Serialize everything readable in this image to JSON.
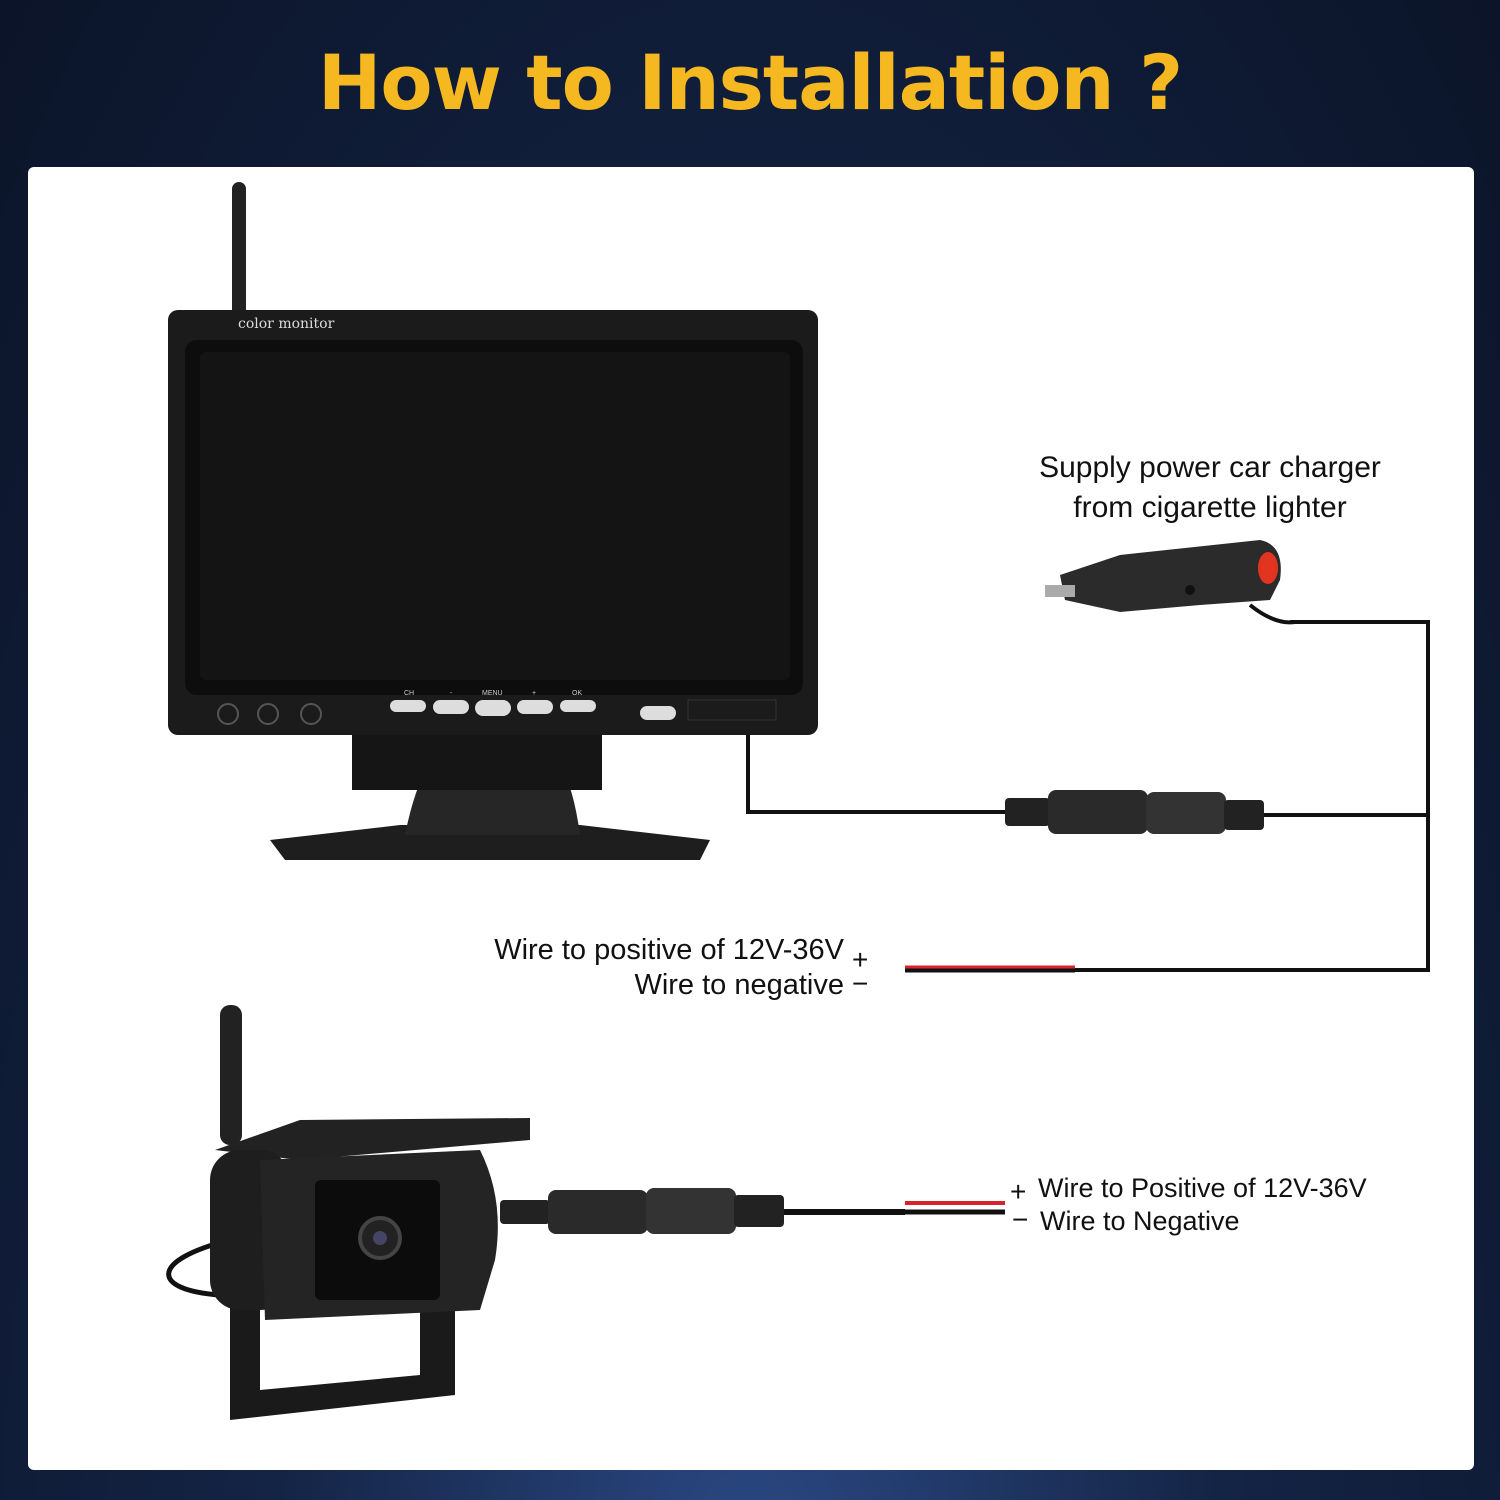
{
  "title": "How to Installation ?",
  "monitor": {
    "brand_label": "color monitor",
    "buttons": [
      "CH",
      "-",
      "MENU",
      "+",
      "OK"
    ]
  },
  "charger_label": [
    "Supply power car charger",
    "from cigarette lighter"
  ],
  "monitor_wires": {
    "positive": "Wire to positive of 12V-36V",
    "negative": "Wire to negative",
    "plus": "+",
    "minus": "−"
  },
  "camera_wires": {
    "positive": "Wire to Positive of 12V-36V",
    "negative": "Wire to Negative",
    "plus": "+",
    "minus": "−"
  },
  "colors": {
    "title": "#f6b820",
    "positive_wire": "#d8232a",
    "negative_wire": "#111111"
  }
}
